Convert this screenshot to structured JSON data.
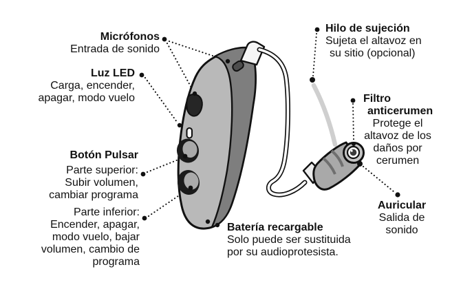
{
  "diagram": {
    "subject": "hearing-aid-parts",
    "colors": {
      "background": "#ffffff",
      "body": "#b9b9b9",
      "body_shade": "#7e7e7e",
      "outline": "#111111",
      "retention_wire": "#cfcfcf",
      "text": "#111111"
    }
  },
  "labels": {
    "microfonos": {
      "title": "Micrófonos",
      "lines": [
        "Entrada de sonido"
      ]
    },
    "luz_led": {
      "title": "Luz LED",
      "lines": [
        "Carga, encender,",
        "apagar, modo vuelo"
      ]
    },
    "boton_pulsar": {
      "title": "Botón Pulsar",
      "lines": [
        "Parte superior:",
        "Subir volumen,",
        "cambiar programa"
      ]
    },
    "parte_inferior": {
      "lines": [
        "Parte inferior:",
        "Encender, apagar,",
        "modo vuelo, bajar",
        "volumen, cambio de",
        "programa"
      ]
    },
    "hilo_sujecion": {
      "title": "Hilo de sujeción",
      "lines": [
        "Sujeta el altavoz en",
        "su sitio (opcional)"
      ]
    },
    "filtro_anticerumen": {
      "title": "Filtro",
      "title2": "anticerumen",
      "lines": [
        "Protege el",
        "altavoz de los",
        "daños por",
        "cerumen"
      ]
    },
    "auricular": {
      "title": "Auricular",
      "lines": [
        "Salida de",
        "sonido"
      ]
    },
    "bateria": {
      "title": "Batería recargable",
      "lines": [
        "Solo puede ser sustituida",
        "por su audioprotesista."
      ]
    }
  }
}
